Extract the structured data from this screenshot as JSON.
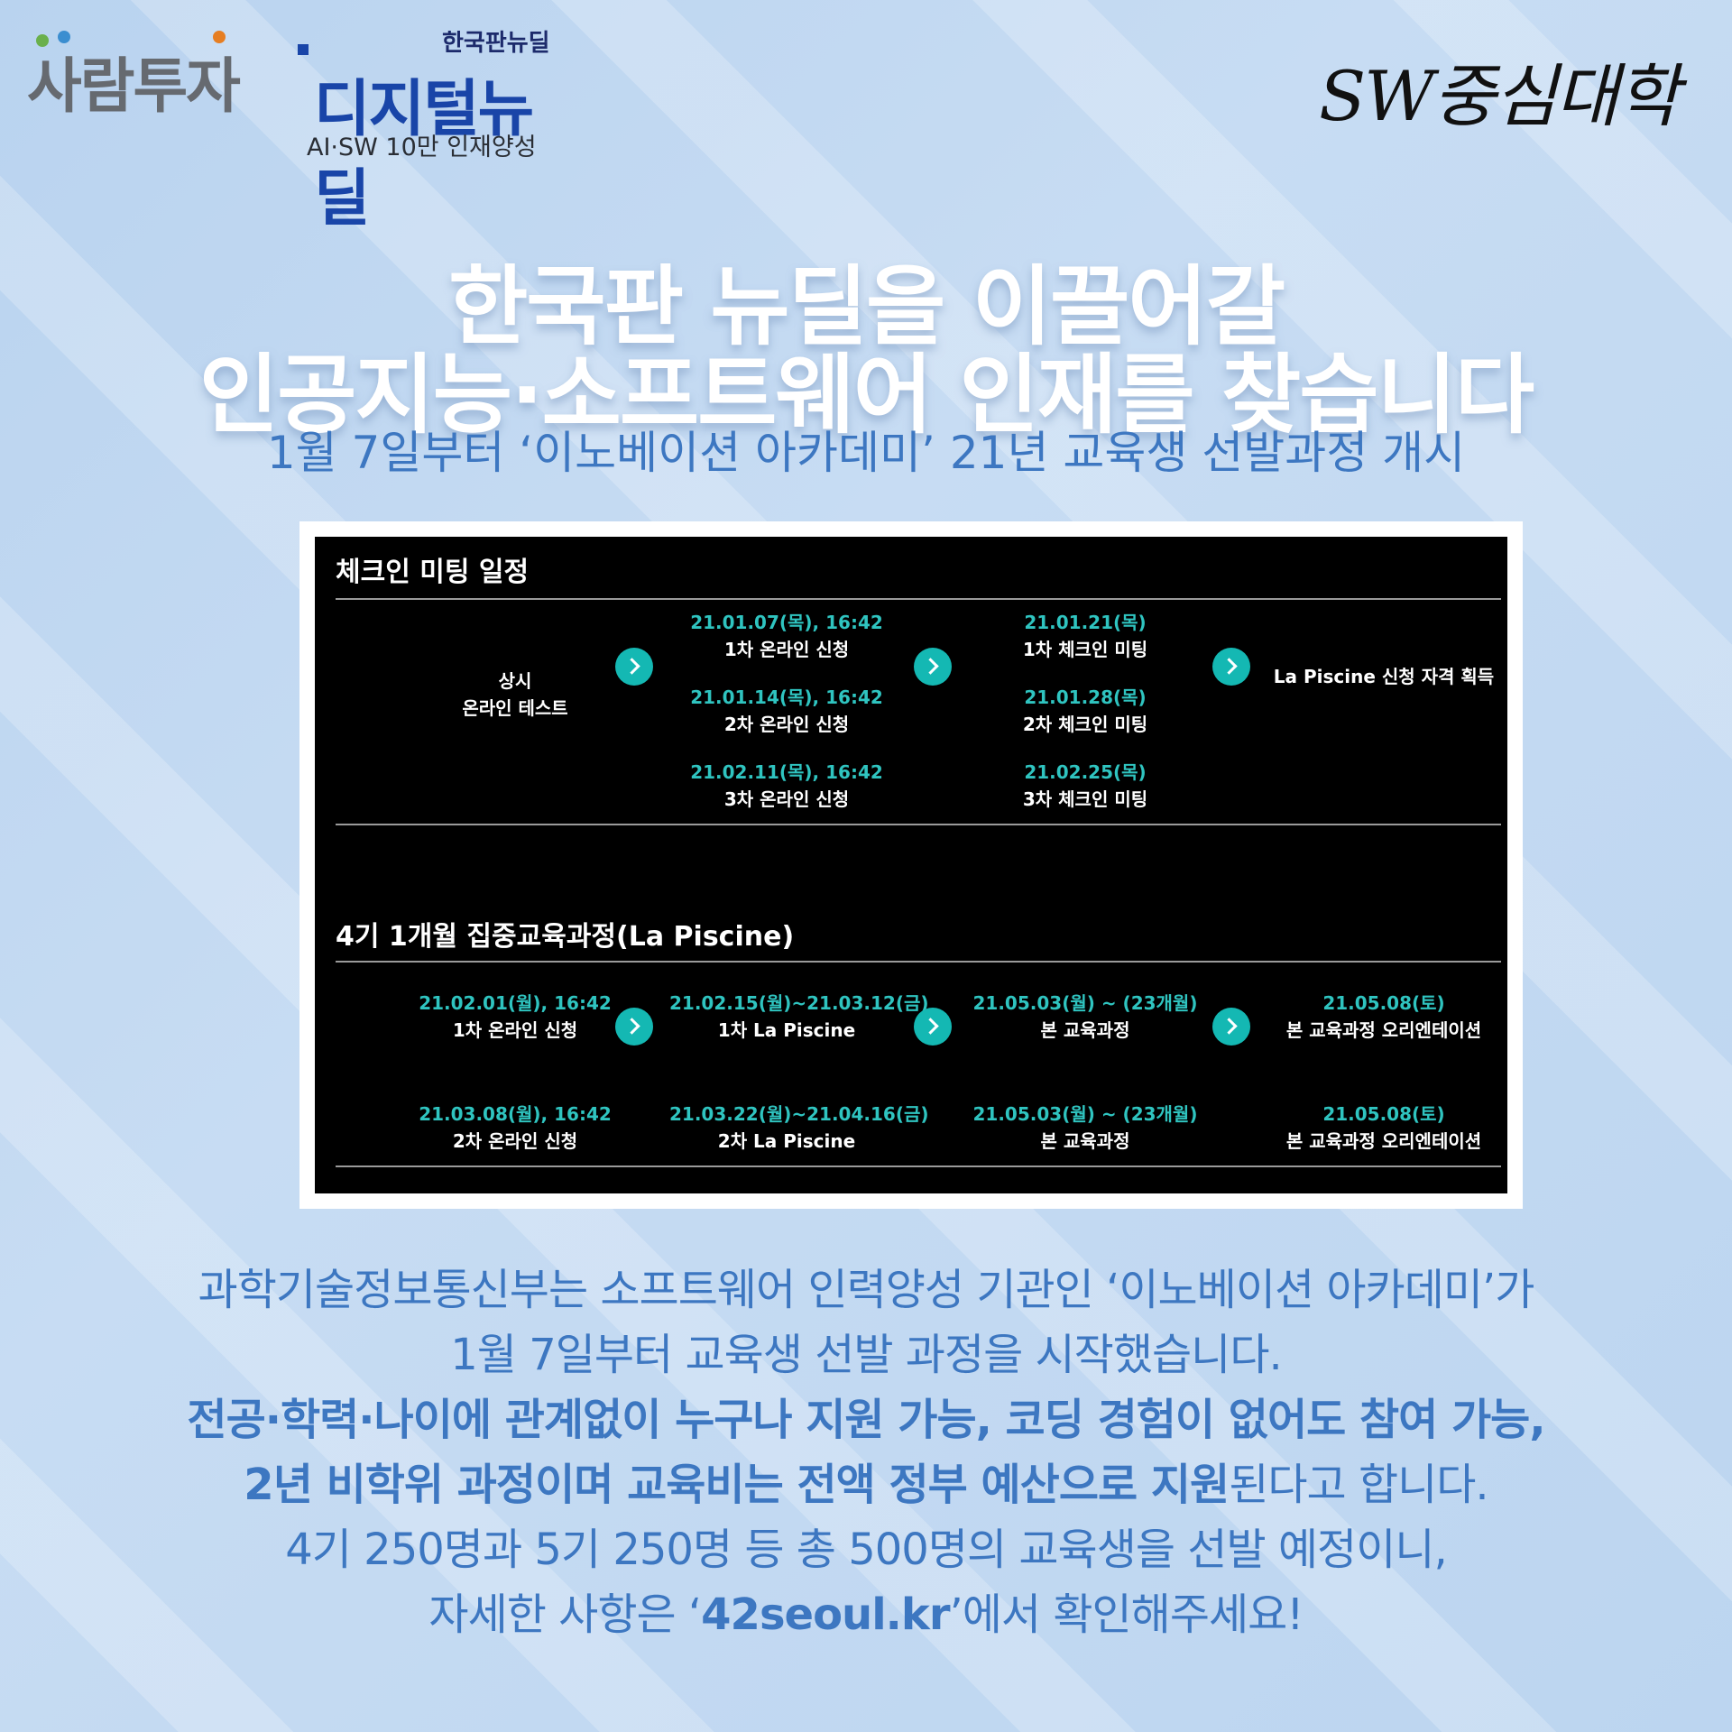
{
  "logos": {
    "left_word": "사람투자",
    "center_small": "한국판뉴딜",
    "center_big": "디지털뉴딜",
    "center_sub": "AI·SW 10만 인재양성",
    "right_word": "SW중심대학",
    "dot_colors": [
      "#6ab04c",
      "#e67e22",
      "#3b8ed0"
    ]
  },
  "headline": {
    "line1": "한국판 뉴딜을 이끌어갈",
    "line2": "인공지능·소프트웨어 인재를 찾습니다",
    "subtitle": "1월 7일부터 ‘이노베이션 아카데미’ 21년 교육생 선발과정 개시"
  },
  "schedule": {
    "checkin_title": "체크인 미팅 일정",
    "checkin_start": {
      "line1": "상시",
      "line2": "온라인 테스트"
    },
    "checkin_apply": [
      {
        "date": "21.01.07(목), 16:42",
        "label": "1차 온라인 신청"
      },
      {
        "date": "21.01.14(목), 16:42",
        "label": "2차 온라인 신청"
      },
      {
        "date": "21.02.11(목), 16:42",
        "label": "3차 온라인 신청"
      }
    ],
    "checkin_meeting": [
      {
        "date": "21.01.21(목)",
        "label": "1차 체크인 미팅"
      },
      {
        "date": "21.01.28(목)",
        "label": "2차 체크인 미팅"
      },
      {
        "date": "21.02.25(목)",
        "label": "3차 체크인 미팅"
      }
    ],
    "checkin_result": "La Piscine 신청 자격 획득",
    "piscine_title": "4기 1개월 집중교육과정(La Piscine)",
    "piscine_rows": [
      [
        {
          "date": "21.02.01(월), 16:42",
          "label": "1차 온라인 신청"
        },
        {
          "date": "21.02.15(월)~21.03.12(금)",
          "label": "1차 La Piscine"
        },
        {
          "date": "21.05.03(월) ~ (23개월)",
          "label": "본 교육과정"
        },
        {
          "date": "21.05.08(토)",
          "label": "본 교육과정 오리엔테이션"
        }
      ],
      [
        {
          "date": "21.03.08(월), 16:42",
          "label": "2차 온라인 신청"
        },
        {
          "date": "21.03.22(월)~21.04.16(금)",
          "label": "2차 La Piscine"
        },
        {
          "date": "21.05.03(월) ~ (23개월)",
          "label": "본 교육과정"
        },
        {
          "date": "21.05.08(토)",
          "label": "본 교육과정 오리엔테이션"
        }
      ]
    ]
  },
  "body": {
    "p1": "과학기술정보통신부는 소프트웨어 인력양성 기관인 ‘이노베이션 아카데미’가",
    "p2": "1월 7일부터 교육생 선발 과정을 시작했습니다.",
    "p3": "전공·학력·나이에 관계없이 누구나 지원 가능, 코딩 경험이 없어도 참여 가능,",
    "p4_bold": "2년 비학위 과정이며 교육비는 전액 정부 예산으로 지원",
    "p4_rest": "된다고 합니다.",
    "p5": "4기 250명과 5기 250명 등 총 500명의 교육생을 선발 예정이니,",
    "p6_pre": "자세한 사항은 ‘",
    "p6_bold": "42seoul.kr",
    "p6_post": "’에서 확인해주세요!"
  },
  "colors": {
    "accent_text": "#3d77c1",
    "date_teal": "#2fc4c0",
    "arrow_teal": "#14b8b3"
  }
}
